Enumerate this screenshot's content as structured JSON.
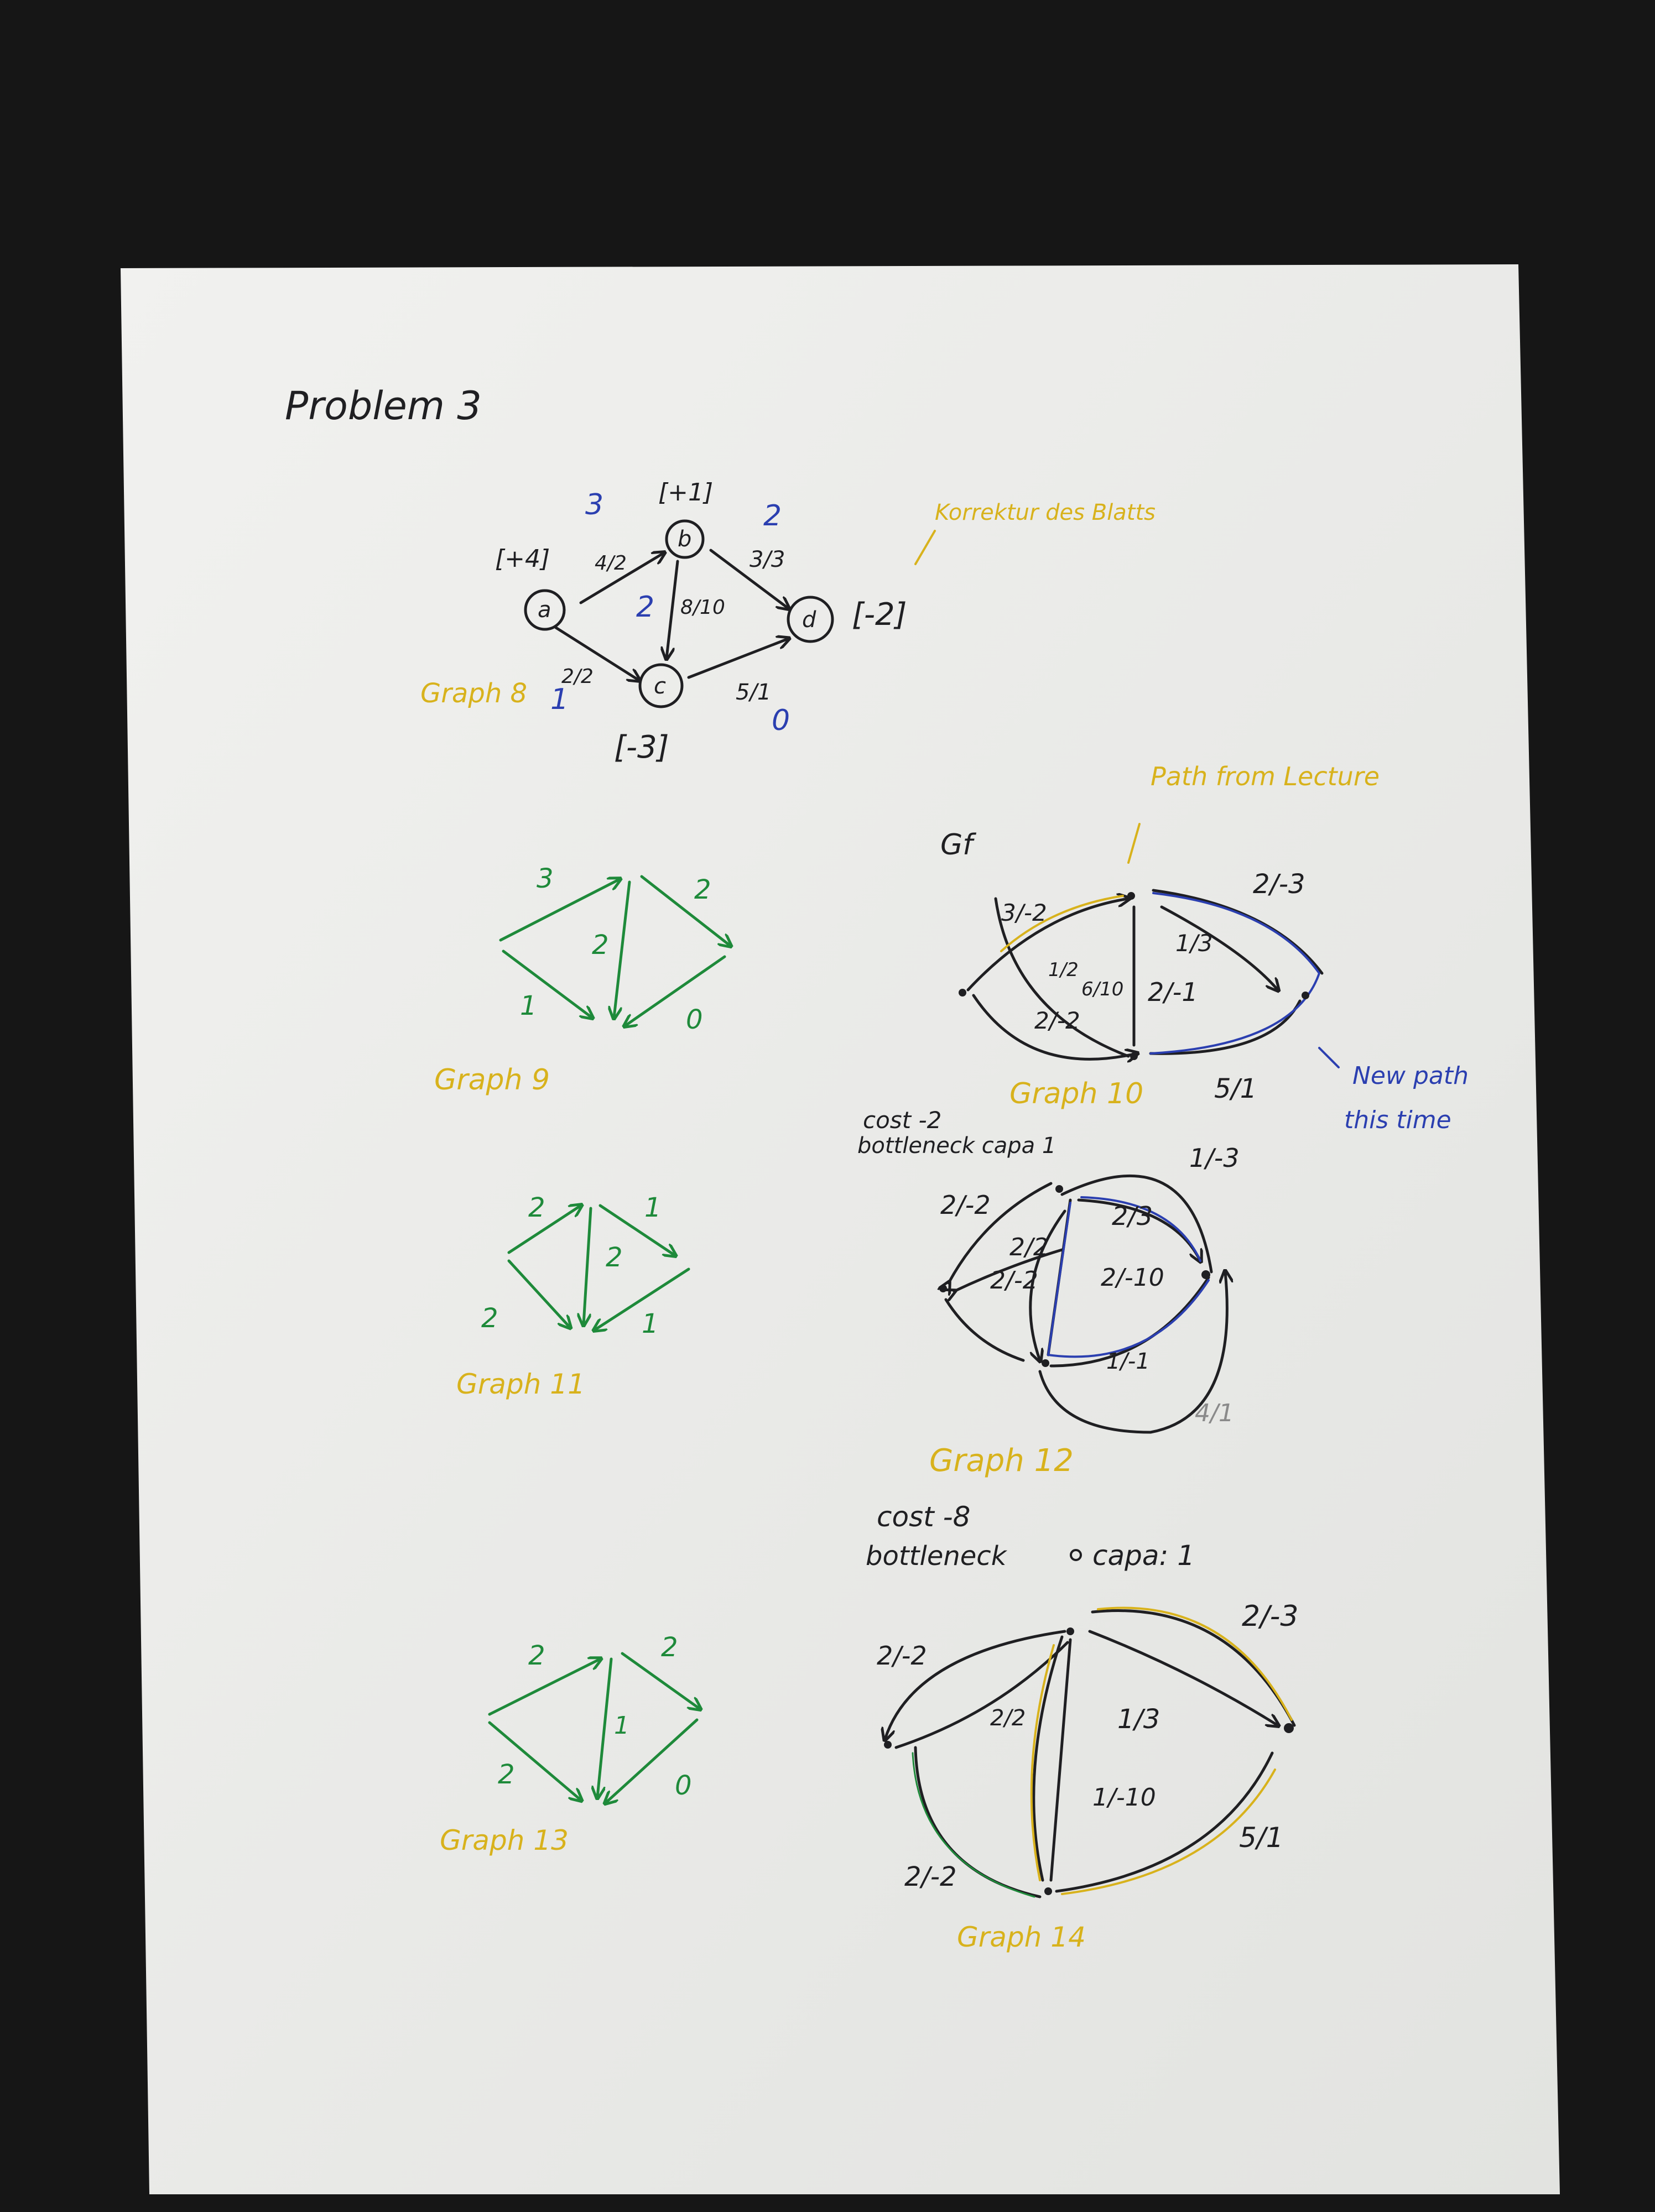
{
  "colors": {
    "background": "#161616",
    "paper": "#ececea",
    "black_ink": "#1f1f22",
    "green_ink": "#1e8a3a",
    "yellow_ink": "#d8b21c",
    "blue_ink": "#2b3fb0"
  },
  "page_title": "Problem 3",
  "graph8": {
    "label": "Graph 8",
    "label_suffix": "1",
    "nodes": {
      "a": "a",
      "b": "b",
      "c": "c",
      "d": "d"
    },
    "supplies": {
      "a": "[+4]",
      "b": "[+1]",
      "c": "[-3]",
      "d": "[-2]"
    },
    "edges": {
      "ab": "4/2",
      "bd": "3/3",
      "bc": "8/10",
      "ac": "2/2",
      "cd": "5/1"
    },
    "potentials": {
      "top_left": "3",
      "top_right": "2",
      "mid": "2",
      "bottom": "0"
    },
    "note": "Korrektur des Blatts"
  },
  "graph9": {
    "label": "Graph 9",
    "edges": {
      "top_left": "3",
      "top_right": "2",
      "mid": "2",
      "bottom_left": "1",
      "bottom_right": "0"
    }
  },
  "graph10": {
    "title": "Gf",
    "label": "Graph 10",
    "note_lecture": "Path from Lecture",
    "note_new_line1": "New path",
    "note_new_line2": "this time",
    "edges": {
      "e1": "3/-2",
      "e2": "2/-3",
      "e3": "1/3",
      "e4": "1/2",
      "e5": "6/10",
      "e6": "2/-1",
      "e7": "2/-2",
      "e8": "5/1"
    }
  },
  "cost1": {
    "line1": "cost -2",
    "line2": "bottleneck capa 1"
  },
  "graph11": {
    "label": "Graph 11",
    "edges": {
      "top_left": "2",
      "top_right": "1",
      "mid": "2",
      "bottom_left": "2",
      "bottom_right": "1"
    }
  },
  "graph12": {
    "label": "Graph 12",
    "edges": {
      "e1": "2/-2",
      "e2": "1/-3",
      "e3": "2/3",
      "e4": "2/2",
      "e5": "2/-2",
      "e6": "2/-10",
      "e7": "1/-1",
      "e8": "4/1"
    }
  },
  "cost2": {
    "line1": "cost -8",
    "line2": "bottleneck",
    "line3": "capa: 1"
  },
  "graph13": {
    "label": "Graph 13",
    "edges": {
      "top_left": "2",
      "top_right": "2",
      "mid": "1",
      "bottom_left": "2",
      "bottom_right": "0"
    }
  },
  "graph14": {
    "label": "Graph 14",
    "edges": {
      "e1": "2/-2",
      "e2": "2/-3",
      "e3": "2/2",
      "e4": "1/3",
      "e5": "1/-10",
      "e6": "2/-2",
      "e7": "5/1"
    }
  }
}
